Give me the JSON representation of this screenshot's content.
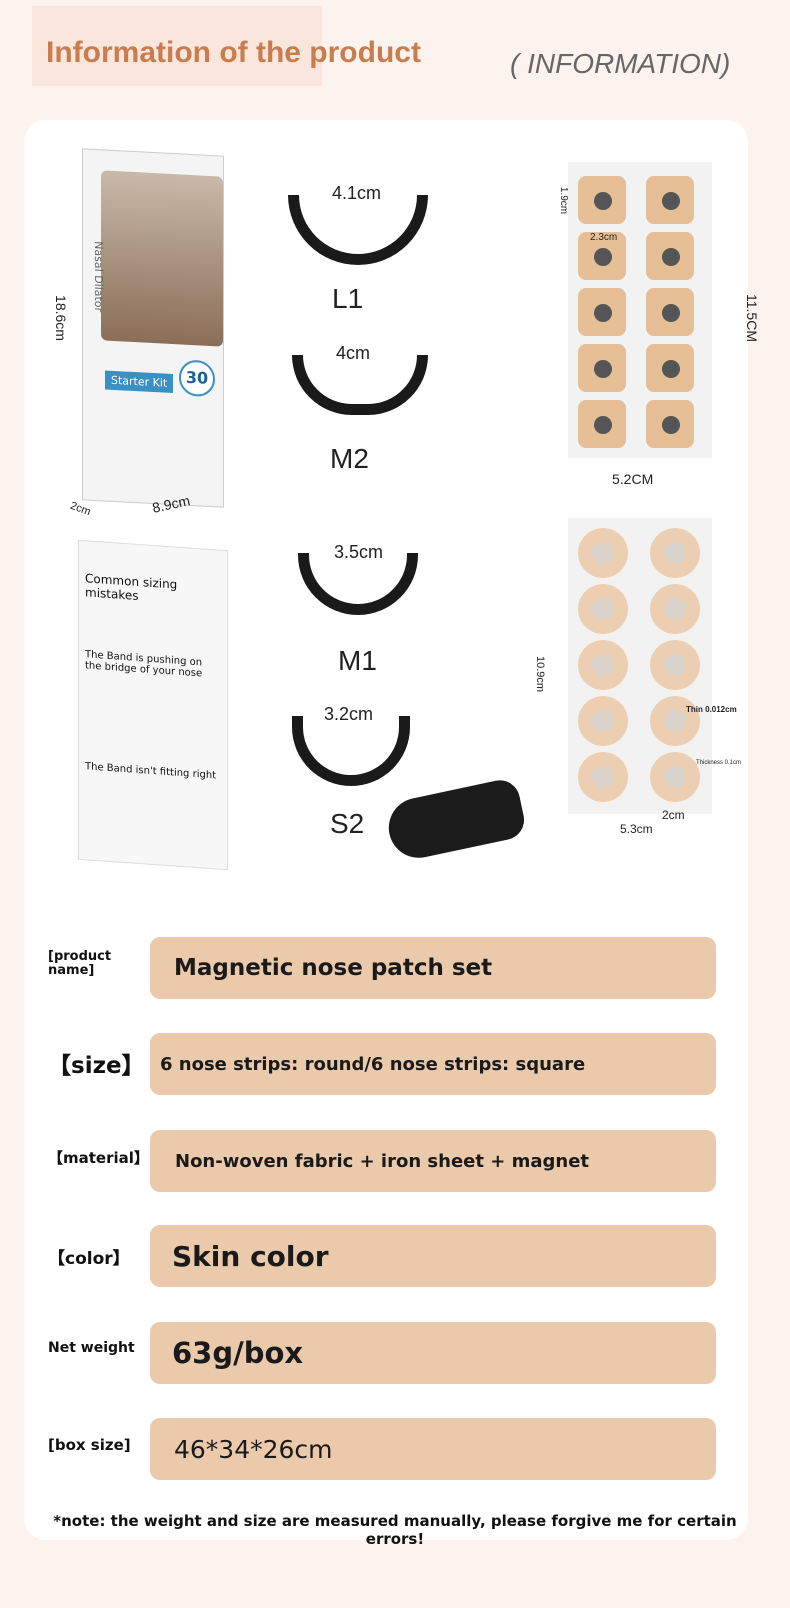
{
  "header": {
    "title": "Information of the product",
    "subtitle": "( INFORMATION)"
  },
  "box": {
    "height": "18.6cm",
    "width": "8.9cm",
    "depth": "2cm",
    "brand": "Nasal Dilator",
    "kit": "Starter Kit",
    "badge": "30"
  },
  "strips": [
    {
      "size": "4.1cm",
      "name": "L1"
    },
    {
      "size": "4cm",
      "name": "M2"
    },
    {
      "size": "3.5cm",
      "name": "M1"
    },
    {
      "size": "3.2cm",
      "name": "S2"
    }
  ],
  "square_sheet": {
    "patch_h": "1.9cm",
    "patch_w": "2.3cm",
    "sheet_h": "11.5CM",
    "sheet_w": "5.2CM"
  },
  "round_sheet": {
    "sheet_h": "10.9cm",
    "sheet_w": "5.3cm",
    "patch_w": "2cm",
    "thin": "Thin 0.012cm",
    "thickness": "Thickness 0.1cm"
  },
  "leaflet": {
    "heading": "Common sizing mistakes",
    "sub1": "The Band is pushing on the bridge of your nose",
    "sub2": "The Band isn't fitting right"
  },
  "specs": [
    {
      "label": "[product name]",
      "value": "Magnetic nose patch set"
    },
    {
      "label": "【size】",
      "value": "6 nose strips: round/6 nose strips: square"
    },
    {
      "label": "【material】",
      "value": "Non-woven fabric + iron sheet + magnet"
    },
    {
      "label": "【color】",
      "value": "Skin color"
    },
    {
      "label": "Net weight",
      "value": "63g/box"
    },
    {
      "label": "[box size]",
      "value": "46*34*26cm"
    }
  ],
  "note": "*note: the weight and size are measured manually, please forgive me for certain errors!"
}
